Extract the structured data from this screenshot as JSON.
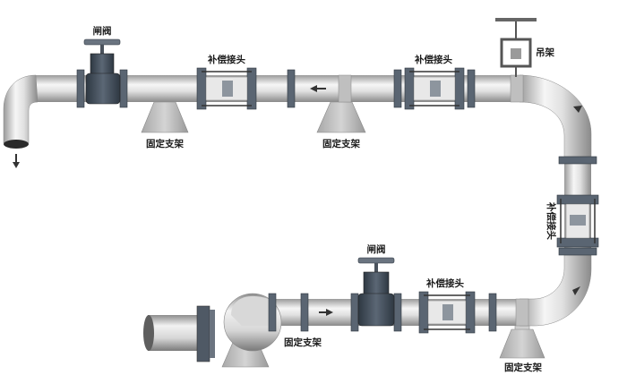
{
  "labels": {
    "gate_valve_top": "闸阀",
    "gate_valve_bottom": "闸阀",
    "expansion_joint_top_left": "补偿接头",
    "expansion_joint_top_right": "补偿接头",
    "expansion_joint_vertical": "补偿接头",
    "expansion_joint_bottom": "补偿接头",
    "hanger": "吊架",
    "fixed_support_1": "固定支架",
    "fixed_support_2": "固定支架",
    "fixed_support_3": "固定支架",
    "fixed_support_4": "固定支架"
  },
  "colors": {
    "pipe_light": "#f4f4f4",
    "pipe_mid": "#c9c9c9",
    "pipe_dark": "#8a8a8a",
    "flange": "#5a6572",
    "valve_body": "#3f4a57",
    "support": "#bdbdbd",
    "label": "#1a1a1a"
  }
}
